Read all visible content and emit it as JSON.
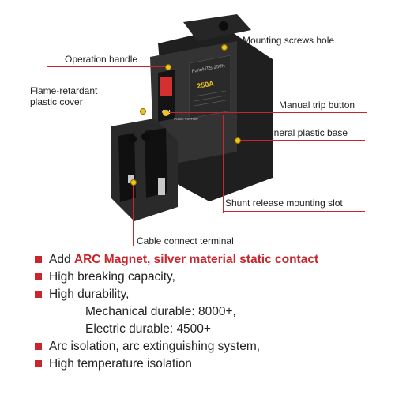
{
  "colors": {
    "accent": "#c9252c",
    "body": "#2b2b2b",
    "text": "#222222",
    "handle": "#d4302f",
    "indicator": "#f0c419"
  },
  "product": {
    "brand_label": "FurinMTS-250N",
    "rating_label": "250A",
    "handle_label": "ON",
    "trip_label": "PUSH TO TRIP"
  },
  "callouts": {
    "mounting_screws": "Mounting screws hole",
    "operation_handle": "Operation handle",
    "flame_cover_line1": "Flame-retardant",
    "flame_cover_line2": "plastic cover",
    "manual_trip": "Manual trip button",
    "mineral_base": "Mineral plastic base",
    "shunt_release": "Shunt release mounting slot",
    "cable_terminal": "Cable connect terminal"
  },
  "features": {
    "add_prefix": "Add ",
    "add_highlight": "ARC Magnet, silver material static contact",
    "breaking": "High breaking capacity,",
    "durability": "High durability,",
    "mechanical": "Mechanical durable: 8000+,",
    "electric": "Electric durable: 4500+",
    "arc_isolation": "Arc isolation, arc extinguishing system,",
    "temperature": "High temperature isolation"
  }
}
